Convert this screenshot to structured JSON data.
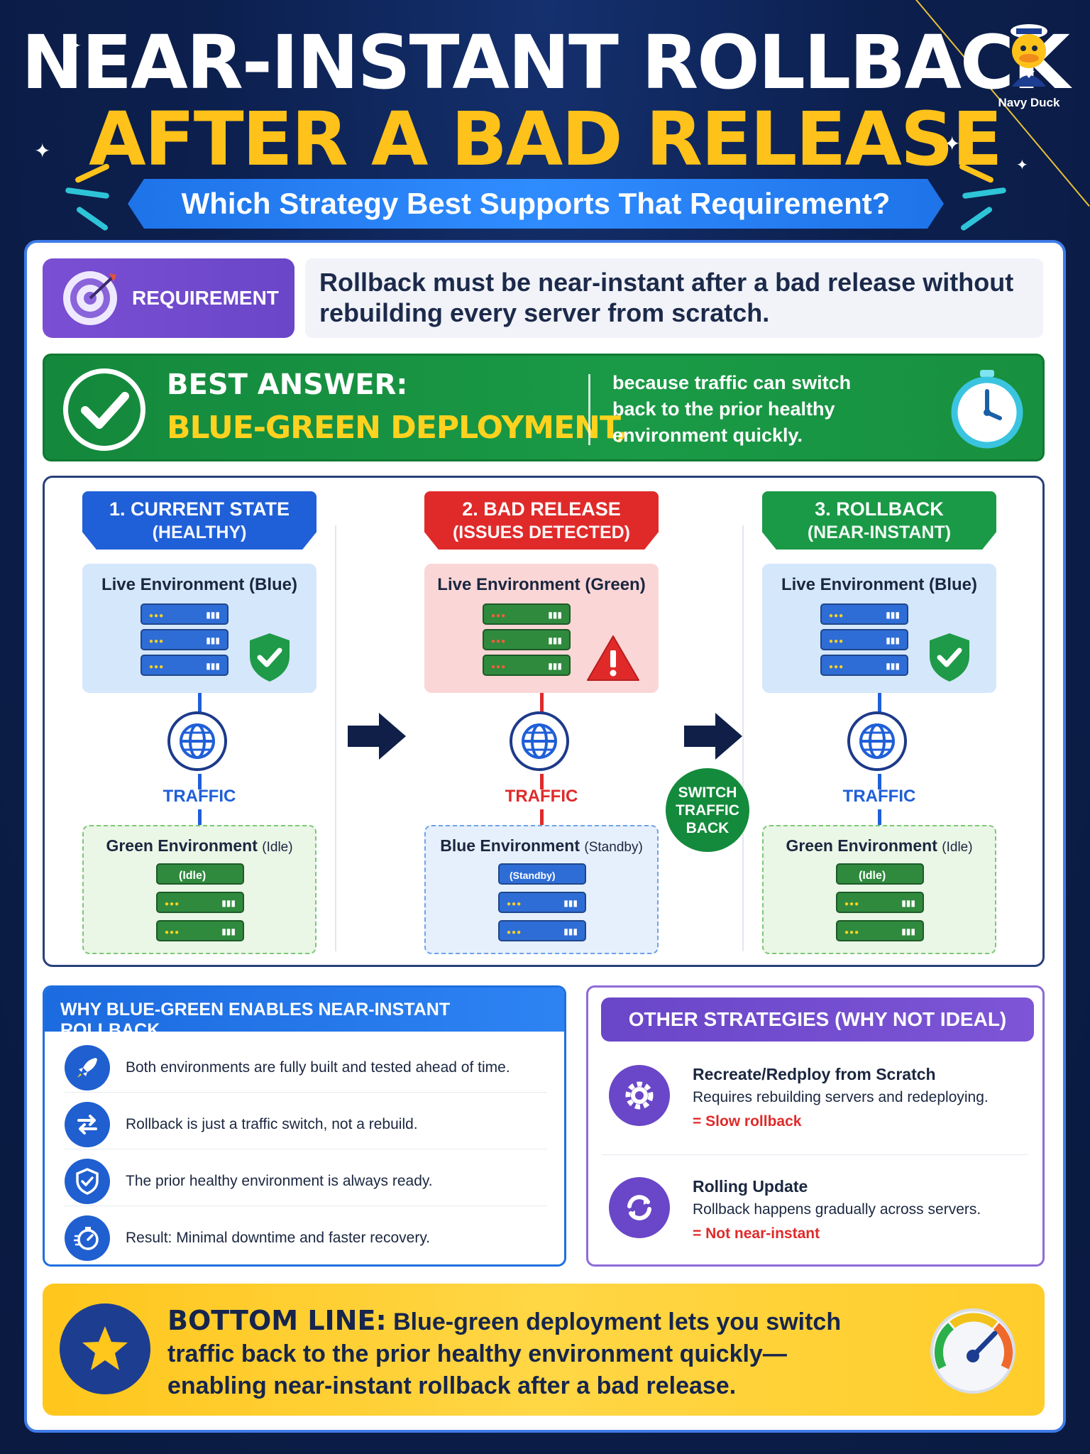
{
  "header": {
    "title_line1": "NEAR-INSTANT ROLLBACK",
    "title_line2": "AFTER A BAD RELEASE",
    "subtitle": "Which Strategy Best Supports That Requirement?",
    "mascot_label": "Navy Duck"
  },
  "requirement": {
    "badge_label": "REQUIREMENT",
    "text": "Rollback must be near-instant after a bad release without rebuilding every server from scratch."
  },
  "best_answer": {
    "heading": "BEST ANSWER:",
    "answer": "BLUE-GREEN DEPLOYMENT,",
    "reason": "because traffic can switch back to the prior healthy environment quickly."
  },
  "stages": [
    {
      "title": "1. CURRENT STATE",
      "subtitle": "(HEALTHY)",
      "live_label": "Live Environment (Blue)",
      "traffic_label": "TRAFFIC",
      "standby_label": "Green Environment",
      "standby_state": "(Idle)",
      "standby_inner": "(Idle)"
    },
    {
      "title": "2. BAD RELEASE",
      "subtitle": "(ISSUES DETECTED)",
      "live_label": "Live Environment (Green)",
      "traffic_label": "TRAFFIC",
      "standby_label": "Blue Environment",
      "standby_state": "(Standby)",
      "standby_inner": "(Standby)"
    },
    {
      "title": "3. ROLLBACK",
      "subtitle": "(NEAR-INSTANT)",
      "live_label": "Live Environment (Blue)",
      "traffic_label": "TRAFFIC",
      "standby_label": "Green Environment",
      "standby_state": "(Idle)",
      "standby_inner": "(Idle)"
    }
  ],
  "switch_badge": {
    "line1": "SWITCH",
    "line2": "TRAFFIC",
    "line3": "BACK"
  },
  "why": {
    "title": "WHY BLUE-GREEN ENABLES NEAR-INSTANT ROLLBACK",
    "items": [
      {
        "icon": "rocket-icon",
        "text": "Both environments are fully built and tested ahead of time."
      },
      {
        "icon": "swap-arrows-icon",
        "text": "Rollback is just a traffic switch, not a rebuild."
      },
      {
        "icon": "shield-check-icon",
        "text": "The prior healthy environment is always ready."
      },
      {
        "icon": "stopwatch-icon",
        "text": "Result: Minimal downtime and faster recovery."
      }
    ]
  },
  "other": {
    "title": "OTHER STRATEGIES (WHY NOT IDEAL)",
    "items": [
      {
        "icon": "gear-icon",
        "title": "Recreate/Redploy from Scratch",
        "desc": "Requires rebuilding servers and redeploying.",
        "result": "= Slow rollback"
      },
      {
        "icon": "rolling-arrows-icon",
        "title": "Rolling Update",
        "desc": "Rollback happens gradually across servers.",
        "result": "= Not near-instant"
      }
    ]
  },
  "bottom_line": {
    "label": "BOTTOM LINE:",
    "text": " Blue-green deployment lets you switch traffic back to the prior healthy environment quickly—enabling near-instant rollback after a bad release."
  },
  "colors": {
    "background": "#0c1f4d",
    "title_yellow": "#ffc21a",
    "blue": "#1f6fe0",
    "green": "#1a9a46",
    "red": "#e02a2a",
    "purple": "#6a46c8",
    "bottom_yellow": "#ffd645"
  }
}
